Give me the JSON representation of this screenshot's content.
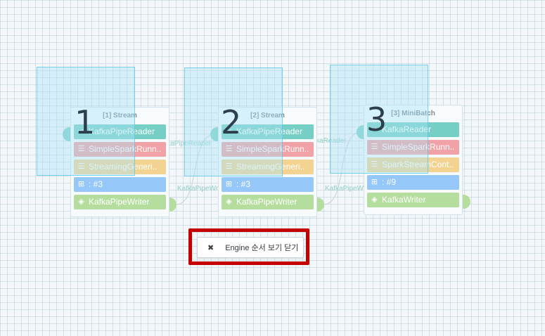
{
  "engines": [
    {
      "title": "[1] Stream",
      "order": "1",
      "tasks": [
        {
          "label": "KafkaPipeReader",
          "kind": "reader",
          "icon": "reader-icon"
        },
        {
          "label": "SimpleSparkRunn..",
          "kind": "runner",
          "icon": "runner-icon"
        },
        {
          "label": "StreamingGeneri..",
          "kind": "stream",
          "icon": "runner-icon"
        },
        {
          "label": ": #3",
          "kind": "count",
          "icon": "grid-icon"
        },
        {
          "label": "KafkaPipeWriter",
          "kind": "writer",
          "icon": "writer-icon"
        }
      ]
    },
    {
      "title": "[2] Stream",
      "order": "2",
      "tasks": [
        {
          "label": "KafkaPipeReader",
          "kind": "reader",
          "icon": "reader-icon"
        },
        {
          "label": "SimpleSparkRunn..",
          "kind": "runner",
          "icon": "runner-icon"
        },
        {
          "label": "StreamingGeneri..",
          "kind": "stream",
          "icon": "runner-icon"
        },
        {
          "label": ": #3",
          "kind": "count",
          "icon": "grid-icon"
        },
        {
          "label": "KafkaPipeWriter",
          "kind": "writer",
          "icon": "writer-icon"
        }
      ]
    },
    {
      "title": "[3] MiniBatch",
      "order": "3",
      "tasks": [
        {
          "label": "KafkaReader",
          "kind": "reader",
          "icon": "reader-icon"
        },
        {
          "label": "SimpleSparkRunn..",
          "kind": "runner",
          "icon": "runner-icon"
        },
        {
          "label": "SparkStreamCont..",
          "kind": "stream",
          "icon": "runner-icon"
        },
        {
          "label": ": #9",
          "kind": "count",
          "icon": "grid-icon"
        },
        {
          "label": "KafkaWriter",
          "kind": "writer",
          "icon": "writer-icon"
        }
      ]
    }
  ],
  "edges": [
    {
      "from_label": "KafkaPipeWriter",
      "to_label": "KafkaPipeReader"
    },
    {
      "from_label": "KafkaPipeWriter",
      "to_label": "KafkaReader"
    }
  ],
  "close_button": {
    "icon": "close-icon",
    "label": "Engine 순서 보기 닫기"
  },
  "colors": {
    "reader": "#75cfc5",
    "runner": "#f0a2a6",
    "stream": "#f3d392",
    "count": "#95c7f8",
    "writer": "#b4dd9e",
    "highlight": "#c40000"
  }
}
